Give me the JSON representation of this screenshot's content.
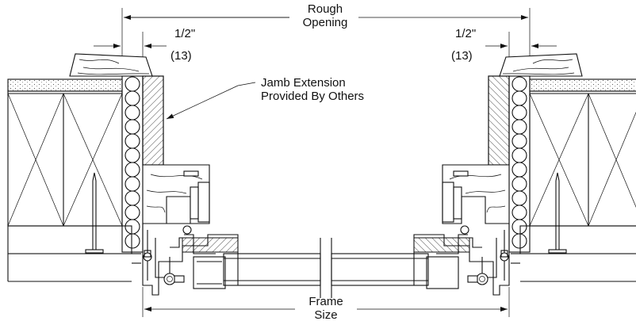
{
  "labels": {
    "rough_opening_line1": "Rough",
    "rough_opening_line2": "Opening",
    "left_dim": "1/2\"",
    "left_dim_metric": "(13)",
    "right_dim": "1/2\"",
    "right_dim_metric": "(13)",
    "jamb_note_line1": "Jamb Extension",
    "jamb_note_line2": "Provided By Others",
    "frame_size_line1": "Frame",
    "frame_size_line2": "Size"
  },
  "colors": {
    "line": "#111111",
    "background": "#ffffff",
    "metal_fill": "#d8d8d8"
  }
}
